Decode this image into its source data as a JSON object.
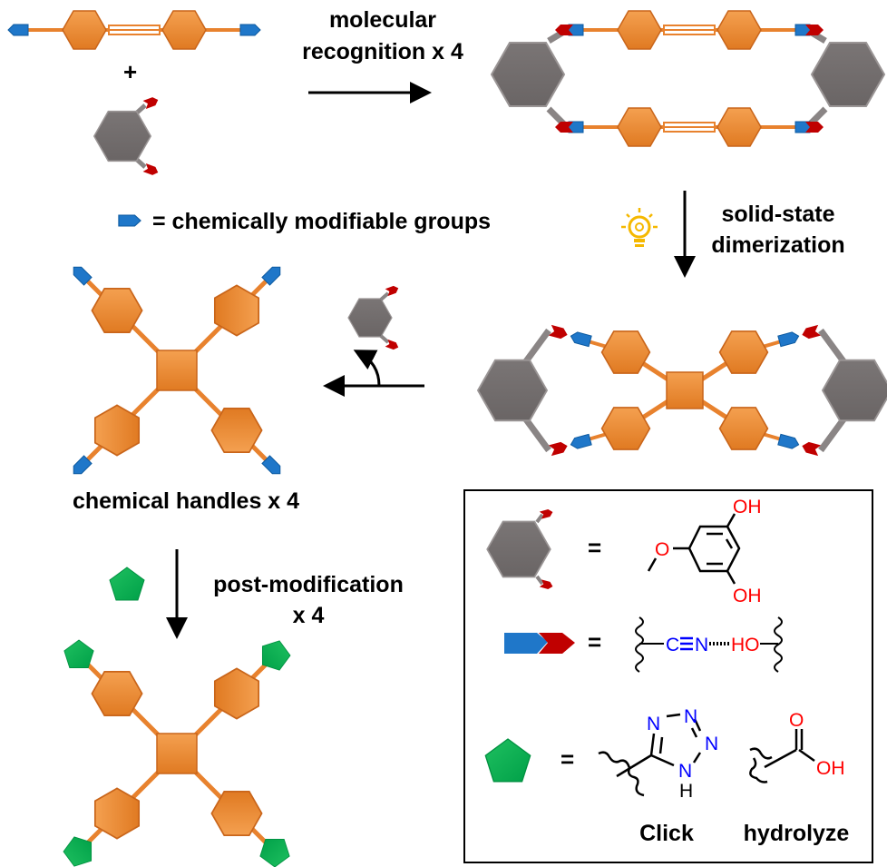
{
  "labels": {
    "step1_line1": "molecular",
    "step1_line2": "recognition x 4",
    "modifiable_groups": "= chemically modifiable groups",
    "step2_line1": "solid-state",
    "step2_line2": "dimerization",
    "handles": "chemical handles x 4",
    "step3_line1": "post-modification",
    "step3_line2": "x 4",
    "plus": "+"
  },
  "legend": {
    "equals": "=",
    "resorcinol": {
      "oh_top": "OH",
      "oh_bottom": "OH",
      "o_methoxy": "O"
    },
    "synthon": {
      "c": "C",
      "n": "N",
      "ho": "HO"
    },
    "tetrazole": {
      "n1": "N",
      "n2": "N",
      "n3": "N",
      "nh_n": "N",
      "nh_h": "H"
    },
    "acid": {
      "o": "O",
      "oh": "OH"
    },
    "click_label": "Click",
    "hydrolyze_label": "hydrolyze"
  },
  "colors": {
    "orange": "#E8822E",
    "gray": "#767171",
    "blue": "#1F77C9",
    "red": "#C00000",
    "green": "#00B050",
    "bulb": "#F5B800"
  }
}
